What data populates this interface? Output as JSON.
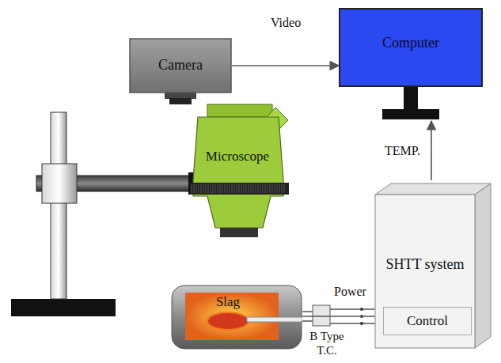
{
  "diagram": {
    "nodes": [
      {
        "text": [
          "Camera"
        ]
      },
      {
        "text": [
          "Computer"
        ]
      },
      {
        "text": [
          "Microscope"
        ]
      },
      {
        "text": [
          "SHTT system"
        ]
      },
      {
        "text": [
          "Control"
        ],
        "in": 3
      },
      {
        "text": [
          "Slag"
        ]
      }
    ],
    "edges": [
      {
        "from": 0,
        "to": 1,
        "arrow": "to",
        "label": "Video"
      },
      {
        "from": 3,
        "to": 1,
        "arrow": "to",
        "label": "TEMP."
      },
      {
        "from": 5,
        "to": 4,
        "arrow": "none",
        "label": "Power"
      }
    ],
    "labels": [
      "B Type T.C."
    ]
  }
}
